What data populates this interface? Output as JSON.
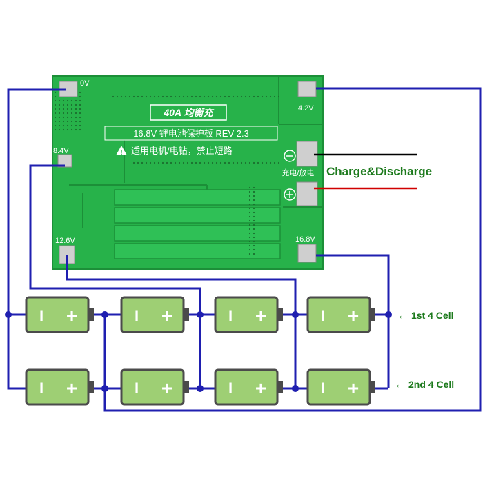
{
  "board": {
    "title_badge": "40A 均衡充",
    "title_line": "16.8V 锂电池保护板 REV 2.3",
    "warning": "适用电机/电钻，禁止短路",
    "charge_label": "充电/放电",
    "pad_labels": {
      "v0": "0V",
      "v42": "4.2V",
      "v84": "8.4V",
      "v126": "12.6V",
      "v168": "16.8V"
    }
  },
  "labels": {
    "charge_discharge": "Charge&Discharge",
    "first_row": "1st 4 Cell",
    "second_row": "2nd 4 Cell"
  },
  "battery": {
    "minus": "I",
    "plus": "+"
  },
  "colors": {
    "wire": "#1f1fb0",
    "pcb": "#27b24a",
    "pcb_dark": "#1c8f38",
    "cell": "#9ecf74",
    "cell_border": "#4b4b4b",
    "label_green": "#1d7a1d",
    "red_wire": "#d00000",
    "black_wire": "#000000"
  }
}
